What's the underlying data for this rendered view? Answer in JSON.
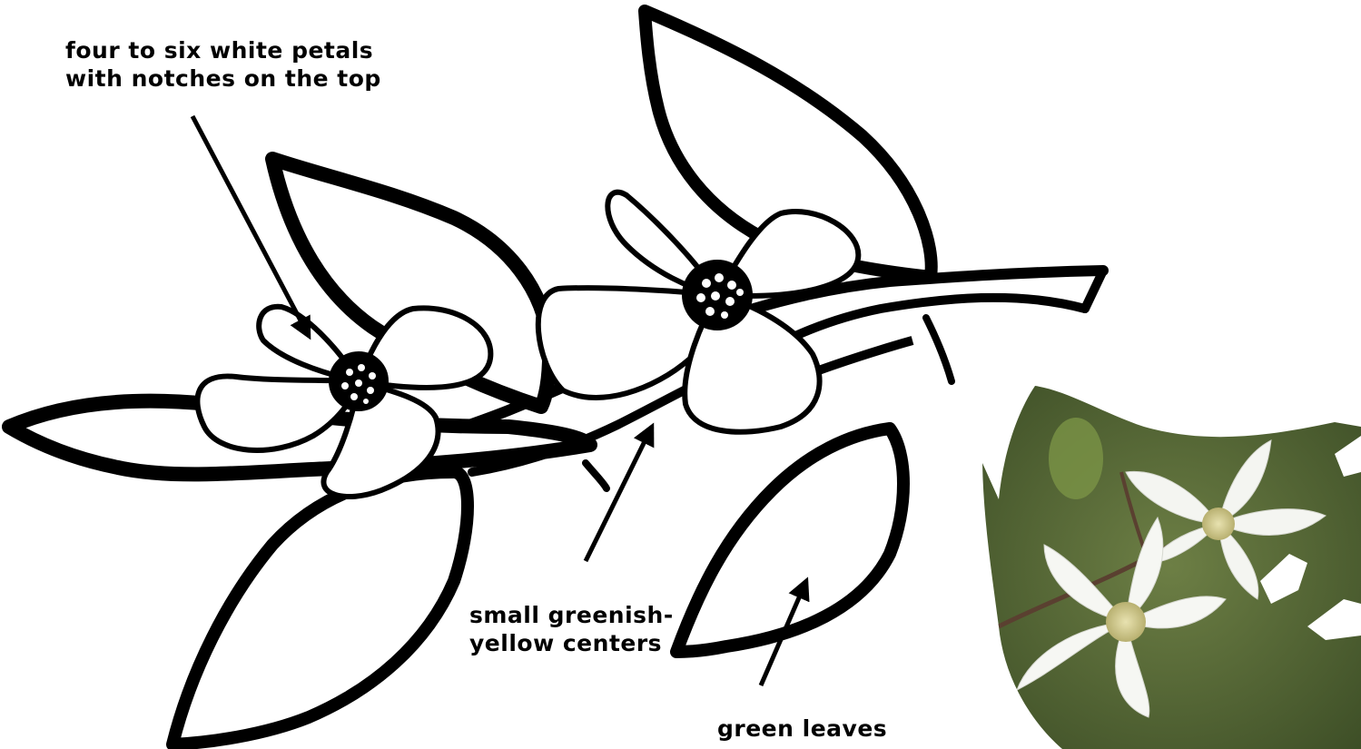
{
  "labels": {
    "petals": {
      "line1": "four to six white petals",
      "line2": "with notches on the top"
    },
    "centers": {
      "line1": "small greenish-",
      "line2": "yellow centers"
    },
    "leaves": {
      "line1": "green leaves"
    }
  },
  "colors": {
    "outline": "#000000",
    "background": "#ffffff",
    "photo_background": "#4f6233",
    "petal": "#f4f5f1",
    "flower_center": "#d9d39a"
  },
  "icons": [
    "arrow-icon"
  ]
}
